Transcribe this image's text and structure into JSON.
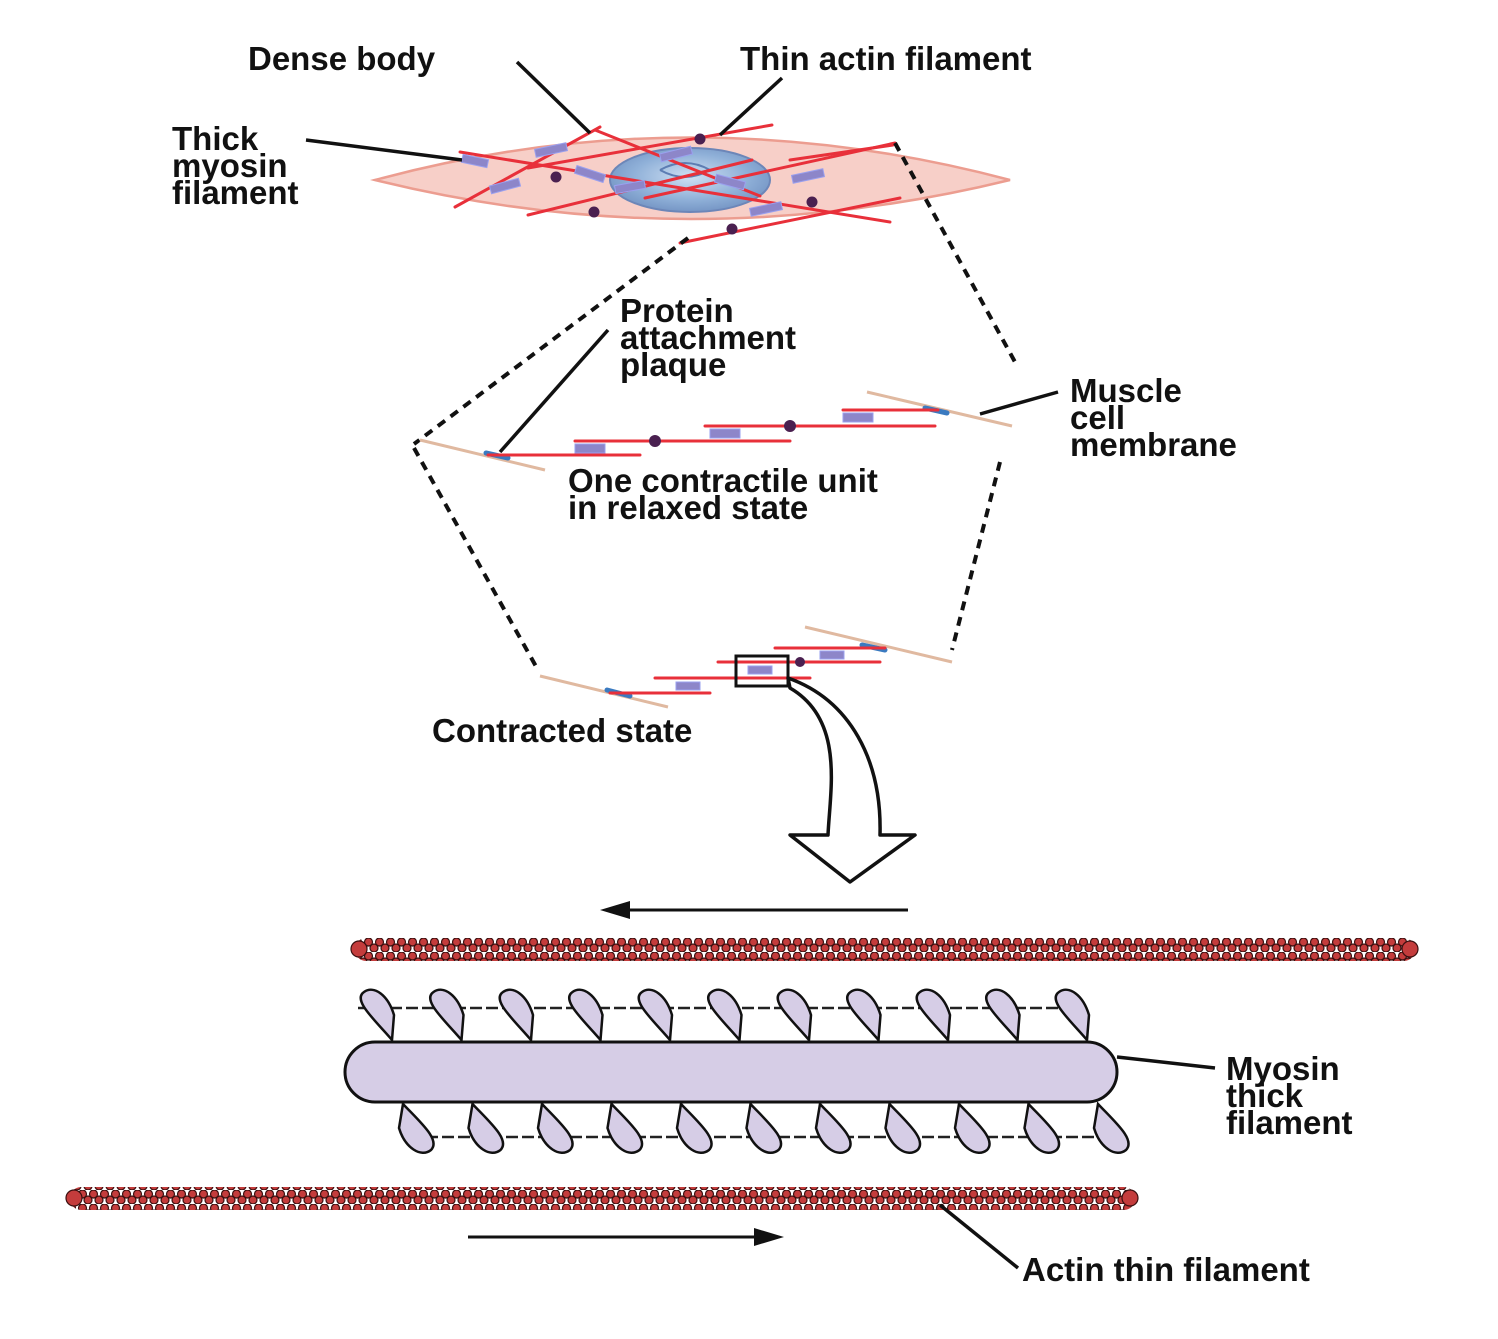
{
  "labels": {
    "dense_body": "Dense body",
    "thin_actin_filament": "Thin actin filament",
    "thick_myosin_filament": [
      "Thick",
      "myosin",
      "filament"
    ],
    "protein_attachment_plaque": [
      "Protein",
      "attachment",
      "plaque"
    ],
    "muscle_cell_membrane": [
      "Muscle",
      "cell",
      "membrane"
    ],
    "one_contractile_unit": [
      "One contractile unit",
      "in relaxed state"
    ],
    "contracted_state": "Contracted state",
    "myosin_thick_filament": [
      "Myosin",
      "thick",
      "filament"
    ],
    "actin_thin_filament": "Actin thin filament"
  },
  "colors": {
    "actin": "#e8303a",
    "myosin": "#8d86c9",
    "cell_fill": "#f7cfc8",
    "nucleus": "#8fb0d8",
    "dense_body": "#4a2050",
    "membrane": "#e0b9a0",
    "plaque": "#3a7ac0",
    "actin_bead": "#c43c3c",
    "myosin_body": "#d6cde6"
  },
  "icons": {
    "arrow_down": "hollow-curved-arrow-icon",
    "arrow_left": "left-arrow-icon",
    "arrow_right": "right-arrow-icon"
  }
}
